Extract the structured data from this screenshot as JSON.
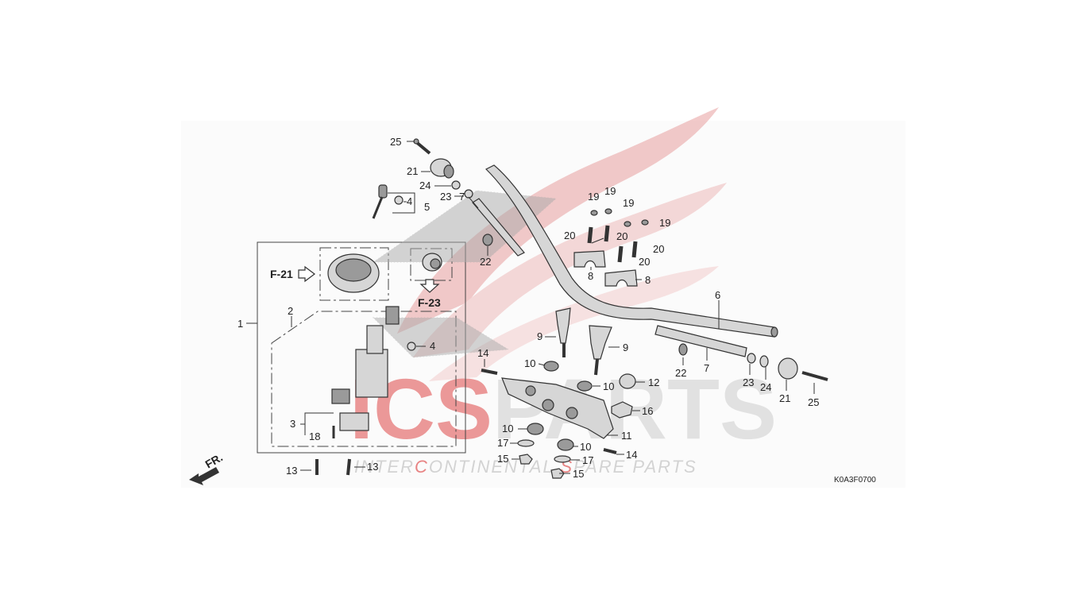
{
  "watermark": {
    "brand_red": "ICS",
    "brand_grey": "PARTS",
    "tagline": {
      "w1_a": "INTER",
      "w1_b": "C",
      "w1_c": "ONTINENTA",
      "w2_a": "L ",
      "w2_b": "S",
      "w2_c": "PARE PARTS"
    },
    "wing_color": "#e8a0a0",
    "accent_red": "#e67777"
  },
  "diagram": {
    "code": "K0A3F0700",
    "front_label": "FR.",
    "refs": {
      "left": "F-21",
      "down": "F-23"
    },
    "callouts": [
      {
        "id": "c25a",
        "text": "25"
      },
      {
        "id": "c21a",
        "text": "21"
      },
      {
        "id": "c24a",
        "text": "24"
      },
      {
        "id": "c23a",
        "text": "23"
      },
      {
        "id": "c7a",
        "text": "7"
      },
      {
        "id": "c22a",
        "text": "22"
      },
      {
        "id": "c4a",
        "text": "4"
      },
      {
        "id": "c5",
        "text": "5"
      },
      {
        "id": "c19a",
        "text": "19"
      },
      {
        "id": "c19b",
        "text": "19"
      },
      {
        "id": "c19c",
        "text": "19"
      },
      {
        "id": "c19d",
        "text": "19"
      },
      {
        "id": "c20a",
        "text": "20"
      },
      {
        "id": "c20b",
        "text": "20"
      },
      {
        "id": "c20c",
        "text": "20"
      },
      {
        "id": "c20d",
        "text": "20"
      },
      {
        "id": "c8a",
        "text": "8"
      },
      {
        "id": "c8b",
        "text": "8"
      },
      {
        "id": "c6",
        "text": "6"
      },
      {
        "id": "c1",
        "text": "1"
      },
      {
        "id": "c2",
        "text": "2"
      },
      {
        "id": "c4b",
        "text": "4"
      },
      {
        "id": "c3",
        "text": "3"
      },
      {
        "id": "c18",
        "text": "18"
      },
      {
        "id": "c13a",
        "text": "13"
      },
      {
        "id": "c13b",
        "text": "13"
      },
      {
        "id": "c9a",
        "text": "9"
      },
      {
        "id": "c9b",
        "text": "9"
      },
      {
        "id": "c14a",
        "text": "14"
      },
      {
        "id": "c10a",
        "text": "10"
      },
      {
        "id": "c10b",
        "text": "10"
      },
      {
        "id": "c12",
        "text": "12"
      },
      {
        "id": "c16",
        "text": "16"
      },
      {
        "id": "c11",
        "text": "11"
      },
      {
        "id": "c10c",
        "text": "10"
      },
      {
        "id": "c10d",
        "text": "10"
      },
      {
        "id": "c17a",
        "text": "17"
      },
      {
        "id": "c17b",
        "text": "17"
      },
      {
        "id": "c15a",
        "text": "15"
      },
      {
        "id": "c15b",
        "text": "15"
      },
      {
        "id": "c14b",
        "text": "14"
      },
      {
        "id": "c22b",
        "text": "22"
      },
      {
        "id": "c7b",
        "text": "7"
      },
      {
        "id": "c23b",
        "text": "23"
      },
      {
        "id": "c24b",
        "text": "24"
      },
      {
        "id": "c21b",
        "text": "21"
      },
      {
        "id": "c25b",
        "text": "25"
      }
    ]
  }
}
